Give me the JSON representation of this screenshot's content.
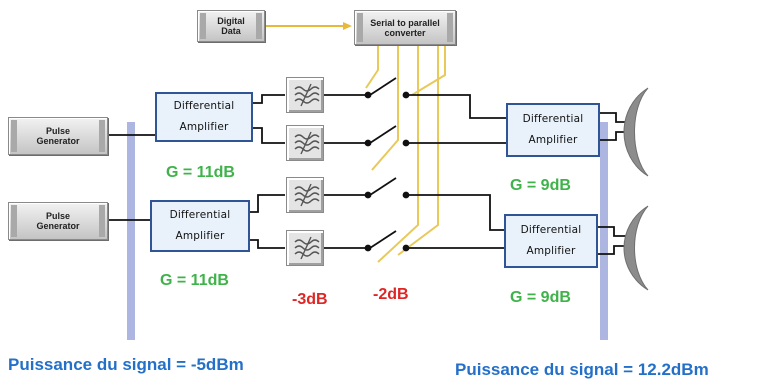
{
  "blocks": {
    "digital_data": "Digital\nData",
    "serial_converter": "Serial to parallel\nconverter",
    "pulse_generator_1": "Pulse\nGenerator",
    "pulse_generator_2": "Pulse\nGenerator",
    "diff_amp_1": "Differential\nAmplifier",
    "diff_amp_2": "Differential\nAmplifier",
    "diff_amp_3": "Differential\nAmplifier",
    "diff_amp_4": "Differential\nAmplifier"
  },
  "gains": {
    "input_amp_1": "G = 11dB",
    "input_amp_2": "G = 11dB",
    "output_amp_1": "G = 9dB",
    "output_amp_2": "G = 9dB"
  },
  "losses": {
    "filter": "-3dB",
    "switch": "-2dB"
  },
  "power": {
    "input": "Puissance du signal = -5dBm",
    "output": "Puissance du signal = 12.2dBm"
  },
  "colors": {
    "gain": "#3fb34a",
    "loss": "#e02525",
    "power": "#2470c8",
    "amplifier_border": "#2f5597",
    "control_lines": "#e8c95a",
    "antenna": "#8c8c8c",
    "measurement_bar": "#9fa8dc"
  },
  "icons": {
    "filter": "bandpass-filter-icon",
    "switch": "rf-switch-icon",
    "antenna": "antenna-dish-icon"
  }
}
